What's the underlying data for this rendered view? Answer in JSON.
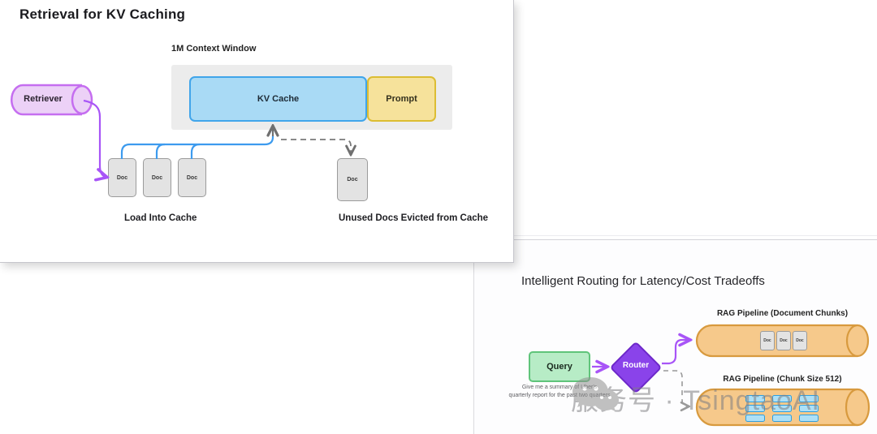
{
  "panel_kv": {
    "title": "Retrieval for KV Caching",
    "retriever_label": "Retriever",
    "context_window_label": "1M Context Window",
    "kv_cache_label": "KV Cache",
    "prompt_label": "Prompt",
    "docs_loaded": [
      "Doc",
      "Doc",
      "Doc"
    ],
    "evicted_doc_label": "Doc",
    "load_caption": "Load Into Cache",
    "evicted_caption": "Unused Docs Evicted from Cache"
  },
  "panel_routing": {
    "title": "Intelligent Routing for Latency/Cost Tradeoffs",
    "query_label": "Query",
    "query_caption_line1": "Give me a summary of Uber's",
    "query_caption_line2": "quarterly report for the past two quarters",
    "router_label": "Router",
    "pipeline_docs_label": "RAG Pipeline (Document Chunks)",
    "pipeline_docs_items": [
      "Doc",
      "Doc",
      "Doc"
    ],
    "pipeline_chunks_label": "RAG Pipeline (Chunk Size 512)"
  },
  "watermark": {
    "icon": "wechat-icon",
    "text": "服务号 · TsingtaoAI"
  },
  "colors": {
    "retriever_fill": "#ecd1f7",
    "retriever_stroke": "#c56ef0",
    "kv_cache_fill": "#a9daf5",
    "kv_cache_stroke": "#41a5ea",
    "prompt_fill": "#f6e29b",
    "prompt_stroke": "#dcbd33",
    "doc_fill": "#e3e3e3",
    "doc_stroke": "#9b9b9b",
    "query_fill": "#b7ecc6",
    "query_stroke": "#5fc47a",
    "router_fill": "#8a43ea",
    "router_stroke": "#6d28c9",
    "pipeline_fill": "#f6c98b",
    "pipeline_stroke": "#d89a3e",
    "chunk_fill": "#ade0f7",
    "chunk_stroke": "#2e9fe0",
    "arrow_blue": "#3d9bee",
    "arrow_purple": "#a855f7",
    "arrow_gray": "#6f6f6f"
  }
}
